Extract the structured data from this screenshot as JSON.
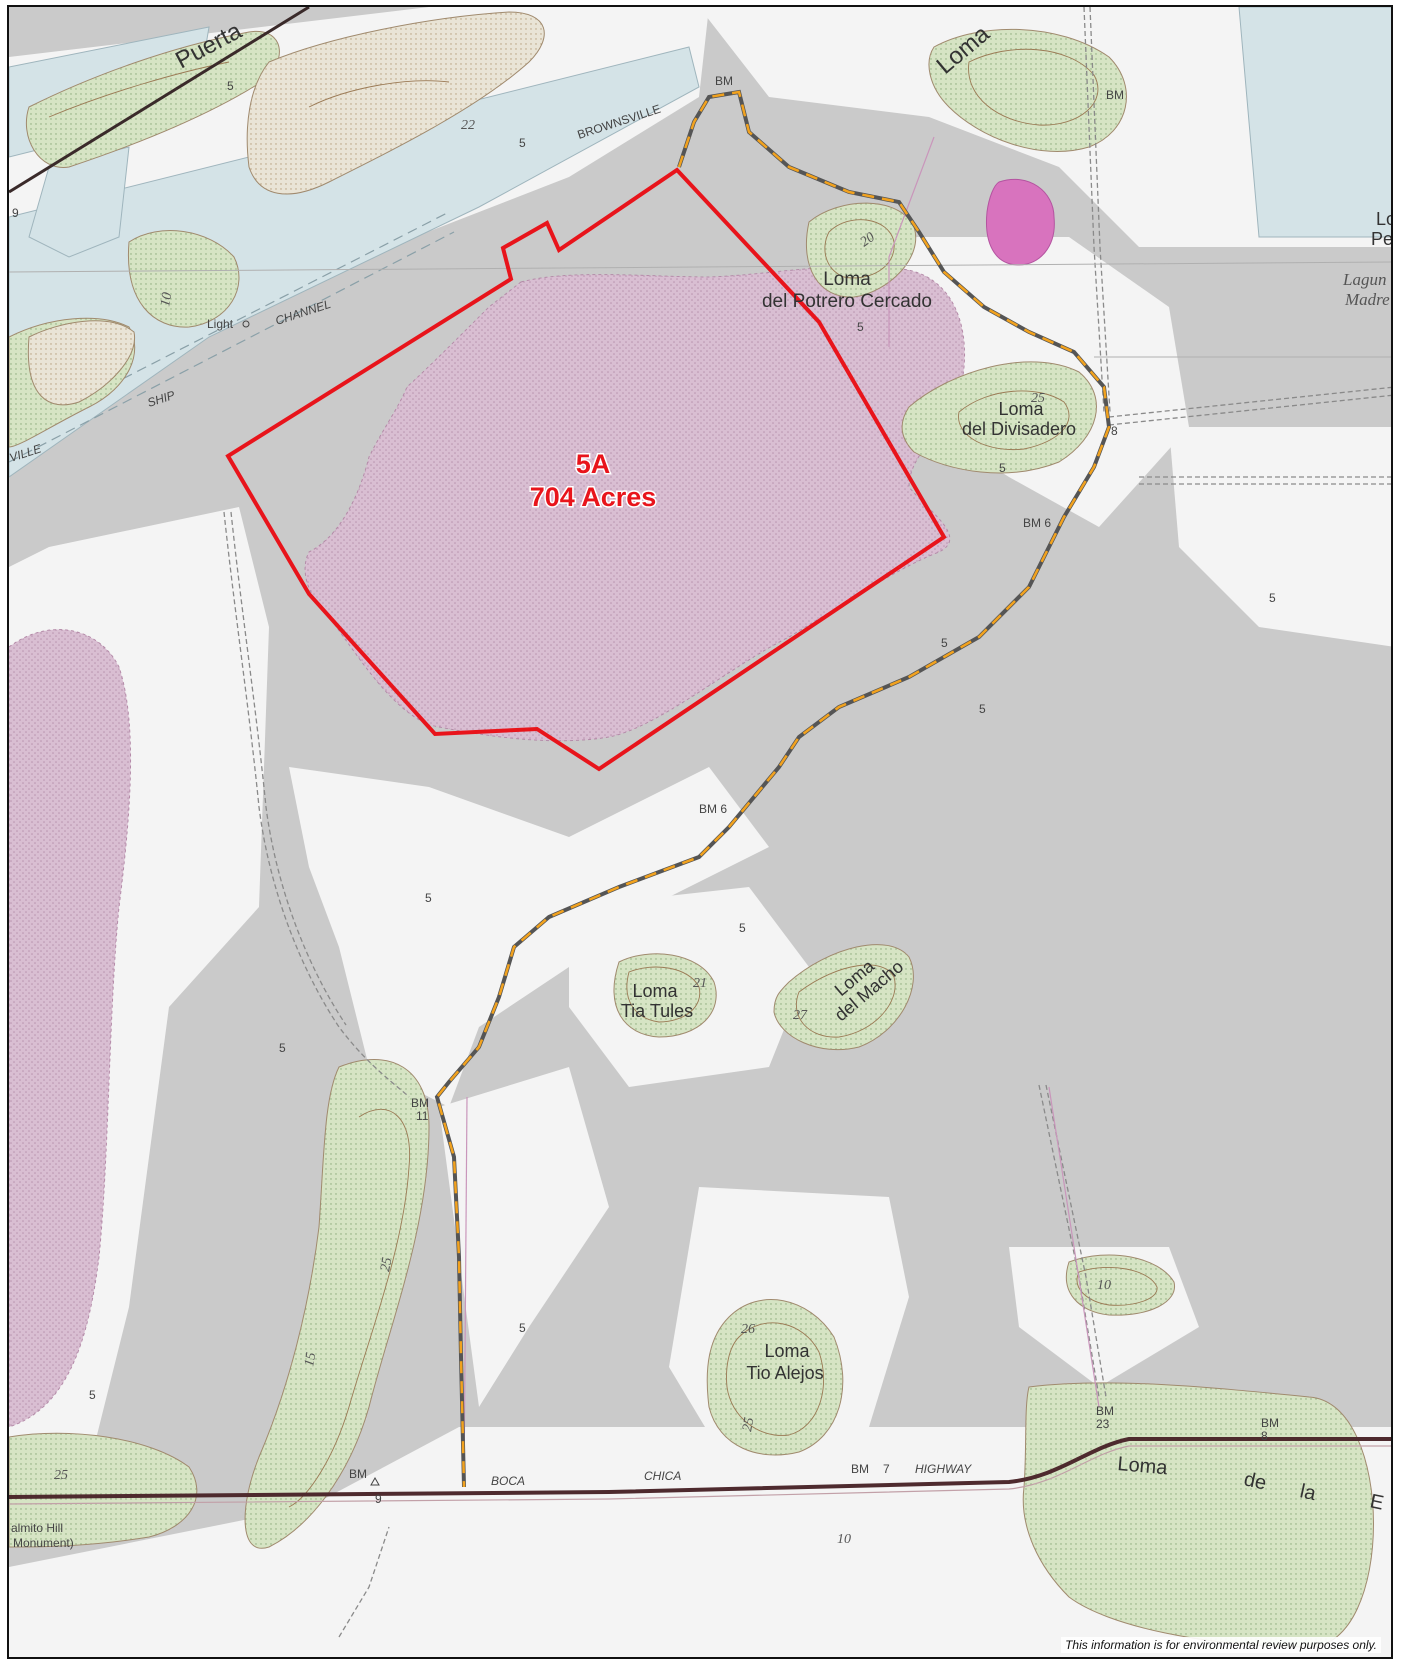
{
  "parcel": {
    "id": "5A",
    "area": "704 Acres",
    "boundary_color": "#e8141b"
  },
  "route_colors": {
    "dash": "#f2a21e",
    "base": "#555555"
  },
  "labels": {
    "puerta": "Puerta",
    "loma_top": "Loma",
    "brownsville": "BROWNSVILLE",
    "channel": "CHANNEL",
    "ship": "SHIP",
    "ville": "VILLE",
    "light": "Light",
    "loma_potrero": "Loma",
    "potrero": "del Potrero Cercado",
    "loma_divisadero": "Loma",
    "divisadero": "del Divisadero",
    "lo_pel_1": "Lo",
    "lo_pel_2": "Pel",
    "laguna_1": "Lagun",
    "laguna_2": "Madre",
    "loma_tia": "Loma",
    "tia_tules": "Tia Tules",
    "loma_macho": "Loma",
    "del_macho": "del Macho",
    "loma_tio": "Loma",
    "tio_alejos": "Tio Alejos",
    "boca": "BOCA",
    "chica": "CHICA",
    "highway": "HIGHWAY",
    "loma_la": "Loma",
    "de": "de",
    "la": "la",
    "e": "E",
    "monument_1": "almito Hill",
    "monument_2": "Monument)",
    "bm_top": "BM",
    "bm_top_right": "BM",
    "bm_6a": "BM 6",
    "bm_6b": "BM 6",
    "bm_11a": "BM",
    "bm_11b": "11",
    "bm_bottom": "BM",
    "bm_7": "BM",
    "bm_23": "BM",
    "bm_23n": "23",
    "bm_8b": "BM",
    "bm_8bn": "8",
    "elev_22": "22",
    "elev_20": "20",
    "elev_25a": "25",
    "elev_25b": "25",
    "elev_25c": "25",
    "elev_25d": "25",
    "elev_27": "27",
    "elev_21": "21",
    "elev_26": "26",
    "elev_10a": "10",
    "elev_10b": "10",
    "elev_10c": "10",
    "elev_15": "15",
    "elev_5a": "5",
    "elev_5b": "5",
    "elev_5c": "5",
    "elev_5d": "5",
    "elev_5e": "5",
    "elev_5f": "5",
    "elev_5g": "5",
    "elev_5h": "5",
    "elev_5i": "5",
    "elev_5j": "5",
    "elev_5k": "5",
    "elev_5l": "5",
    "elev_8": "8",
    "elev_9": "9",
    "elev_9b": "9",
    "elev_7": "7"
  },
  "disclaimer": "This information is for environmental review purposes only."
}
